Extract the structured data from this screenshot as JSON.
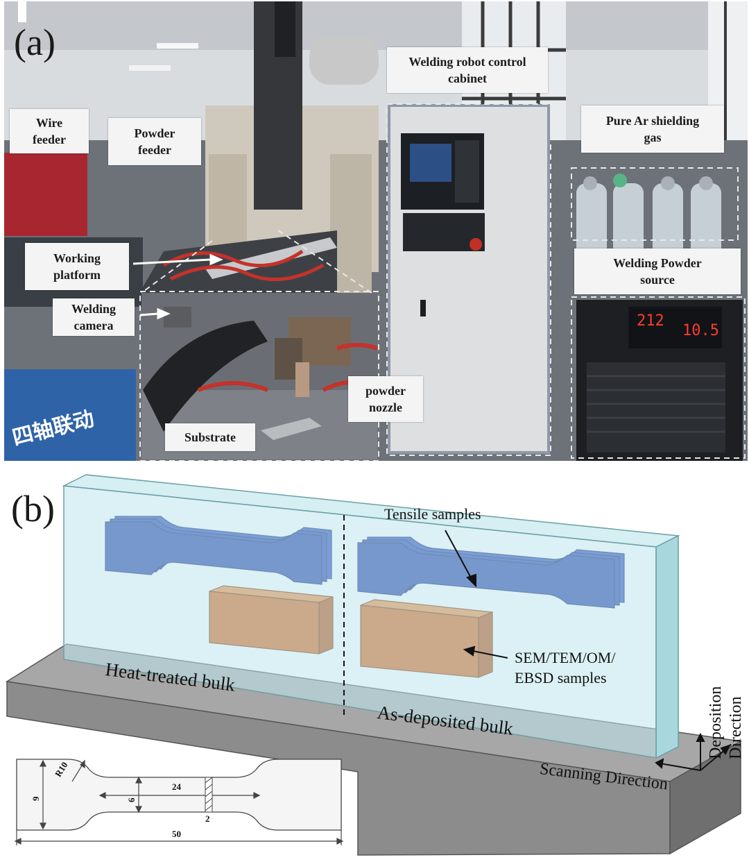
{
  "panel_a": {
    "label": "(a)",
    "callouts": {
      "wire_feeder": "Wire\nfeeder",
      "powder_feeder": "Powder\nfeeder",
      "control_cabinet": "Welding robot control\ncabinet",
      "ar_gas": "Pure Ar shielding\ngas",
      "working_platform": "Working\nplatform",
      "welding_camera": "Welding\ncamera",
      "powder_source": "Welding Powder\nsource",
      "powder_nozzle": "powder\nnozzle",
      "substrate": "Substrate"
    },
    "machine_sign": "四轴联动",
    "display_left": "212",
    "display_right": "10.5"
  },
  "panel_b": {
    "label": "(b)",
    "tensile_samples": "Tensile samples",
    "sem_samples": "SEM/TEM/OM/\nEBSD samples",
    "heat_treated": "Heat-treated bulk",
    "as_deposited": "As-deposited bulk",
    "deposition_direction": "Deposition Direction",
    "scanning_direction": "Scanning Direction",
    "dims": {
      "r": "R10",
      "h": "9",
      "w": "6",
      "gauge": "24",
      "cut": "2",
      "total": "50"
    }
  },
  "colors": {
    "tensile_blue": "#1f3aa6",
    "sample_orange": "#d95f14",
    "box_cyan": "#bfe6ec",
    "substrate_gray": "#9b9b9b"
  }
}
